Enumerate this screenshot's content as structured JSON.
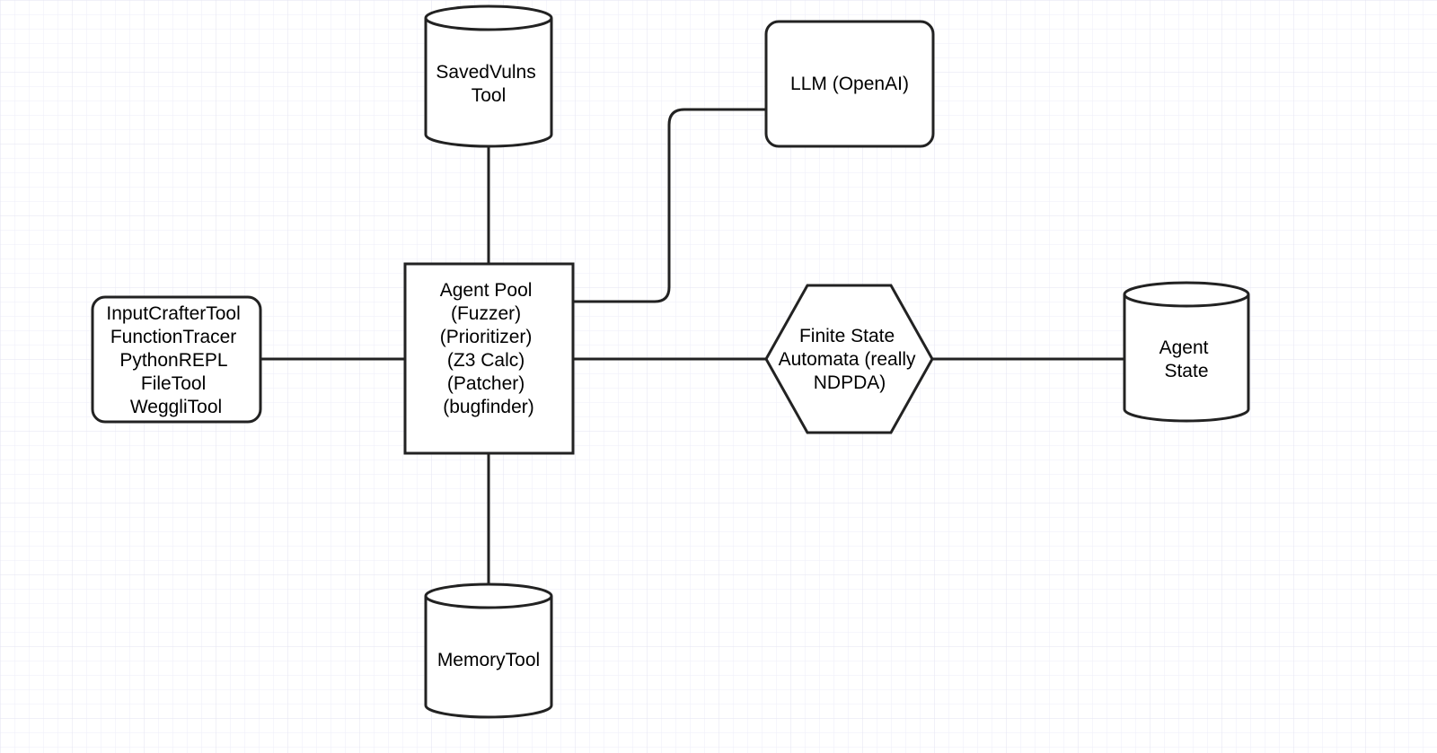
{
  "colors": {
    "background": "#ffffff",
    "grid_minor": "#eeeef8",
    "grid_major": "#e3e3f0",
    "stroke": "#222222",
    "fill": "#ffffff",
    "text": "#000000"
  },
  "nodes": {
    "saved_vulns": {
      "shape": "cylinder",
      "lines": [
        "SavedVulns",
        "Tool"
      ]
    },
    "llm": {
      "shape": "rounded-rectangle",
      "lines": [
        "LLM (OpenAI)"
      ]
    },
    "tools": {
      "shape": "rounded-rectangle",
      "lines": [
        "InputCrafterTool",
        "FunctionTracer",
        "PythonREPL",
        "FileTool",
        "WeggliTool"
      ]
    },
    "agent_pool": {
      "shape": "rectangle",
      "lines": [
        "Agent Pool",
        "(Fuzzer)",
        "(Prioritizer)",
        "(Z3 Calc)",
        "(Patcher)",
        "(bugfinder)"
      ]
    },
    "fsa": {
      "shape": "hexagon",
      "lines": [
        "Finite State",
        "Automata (really",
        "NDPDA)"
      ]
    },
    "agent_state": {
      "shape": "cylinder",
      "lines": [
        "Agent",
        "State"
      ]
    },
    "memory": {
      "shape": "cylinder",
      "lines": [
        "MemoryTool"
      ]
    }
  },
  "edges": [
    {
      "from": "agent_pool",
      "to": "saved_vulns"
    },
    {
      "from": "agent_pool",
      "to": "llm"
    },
    {
      "from": "agent_pool",
      "to": "tools"
    },
    {
      "from": "agent_pool",
      "to": "fsa"
    },
    {
      "from": "fsa",
      "to": "agent_state"
    },
    {
      "from": "agent_pool",
      "to": "memory"
    }
  ]
}
